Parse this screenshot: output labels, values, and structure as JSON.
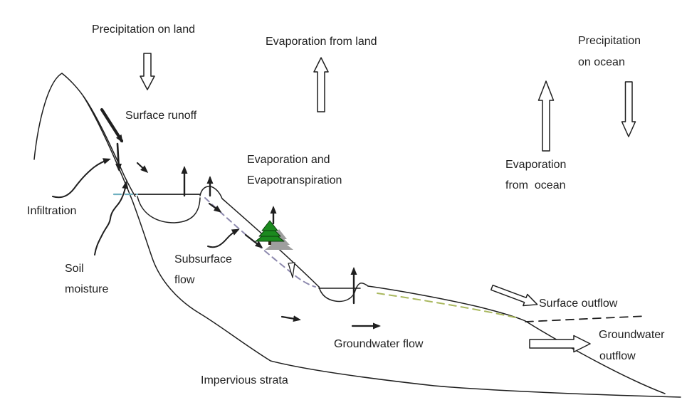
{
  "diagram": {
    "name": "Hydrologic cycle schematic",
    "labels": {
      "precipitation_on_land": "Precipitation on land",
      "evaporation_from_land": "Evaporation from land",
      "precipitation_on_ocean_line1": "Precipitation",
      "precipitation_on_ocean_line2": "on ocean",
      "surface_runoff": "Surface runoff",
      "evapotranspiration_line1": "Evaporation and",
      "evapotranspiration_line2": "Evapotranspiration",
      "evaporation_from_ocean_line1": "Evaporation",
      "evaporation_from_ocean_line2": "from  ocean",
      "infiltration": "Infiltration",
      "soil_moisture_line1": "Soil",
      "soil_moisture_line2": "moisture",
      "subsurface_flow_line1": "Subsurface",
      "subsurface_flow_line2": "flow",
      "groundwater_flow": "Groundwater flow",
      "surface_outflow": "Surface outflow",
      "groundwater_outflow_line1": "Groundwater",
      "groundwater_outflow_line2": "outflow",
      "impervious_strata": "Impervious strata"
    },
    "colors": {
      "line": "#1f1f1f",
      "text": "#1f1f1f",
      "lake_level_dash": "#6fb0c0",
      "subsurface_flow_dash": "#8d89ae",
      "water_table_dash": "#a9b85e",
      "sea_level_dash": "#1f1f1f",
      "tree_green": "#1b8a1e",
      "tree_green_dark": "#0b3d0c",
      "tree_trunk": "#2f2416",
      "tree_gray": "#9e9e9e"
    }
  }
}
